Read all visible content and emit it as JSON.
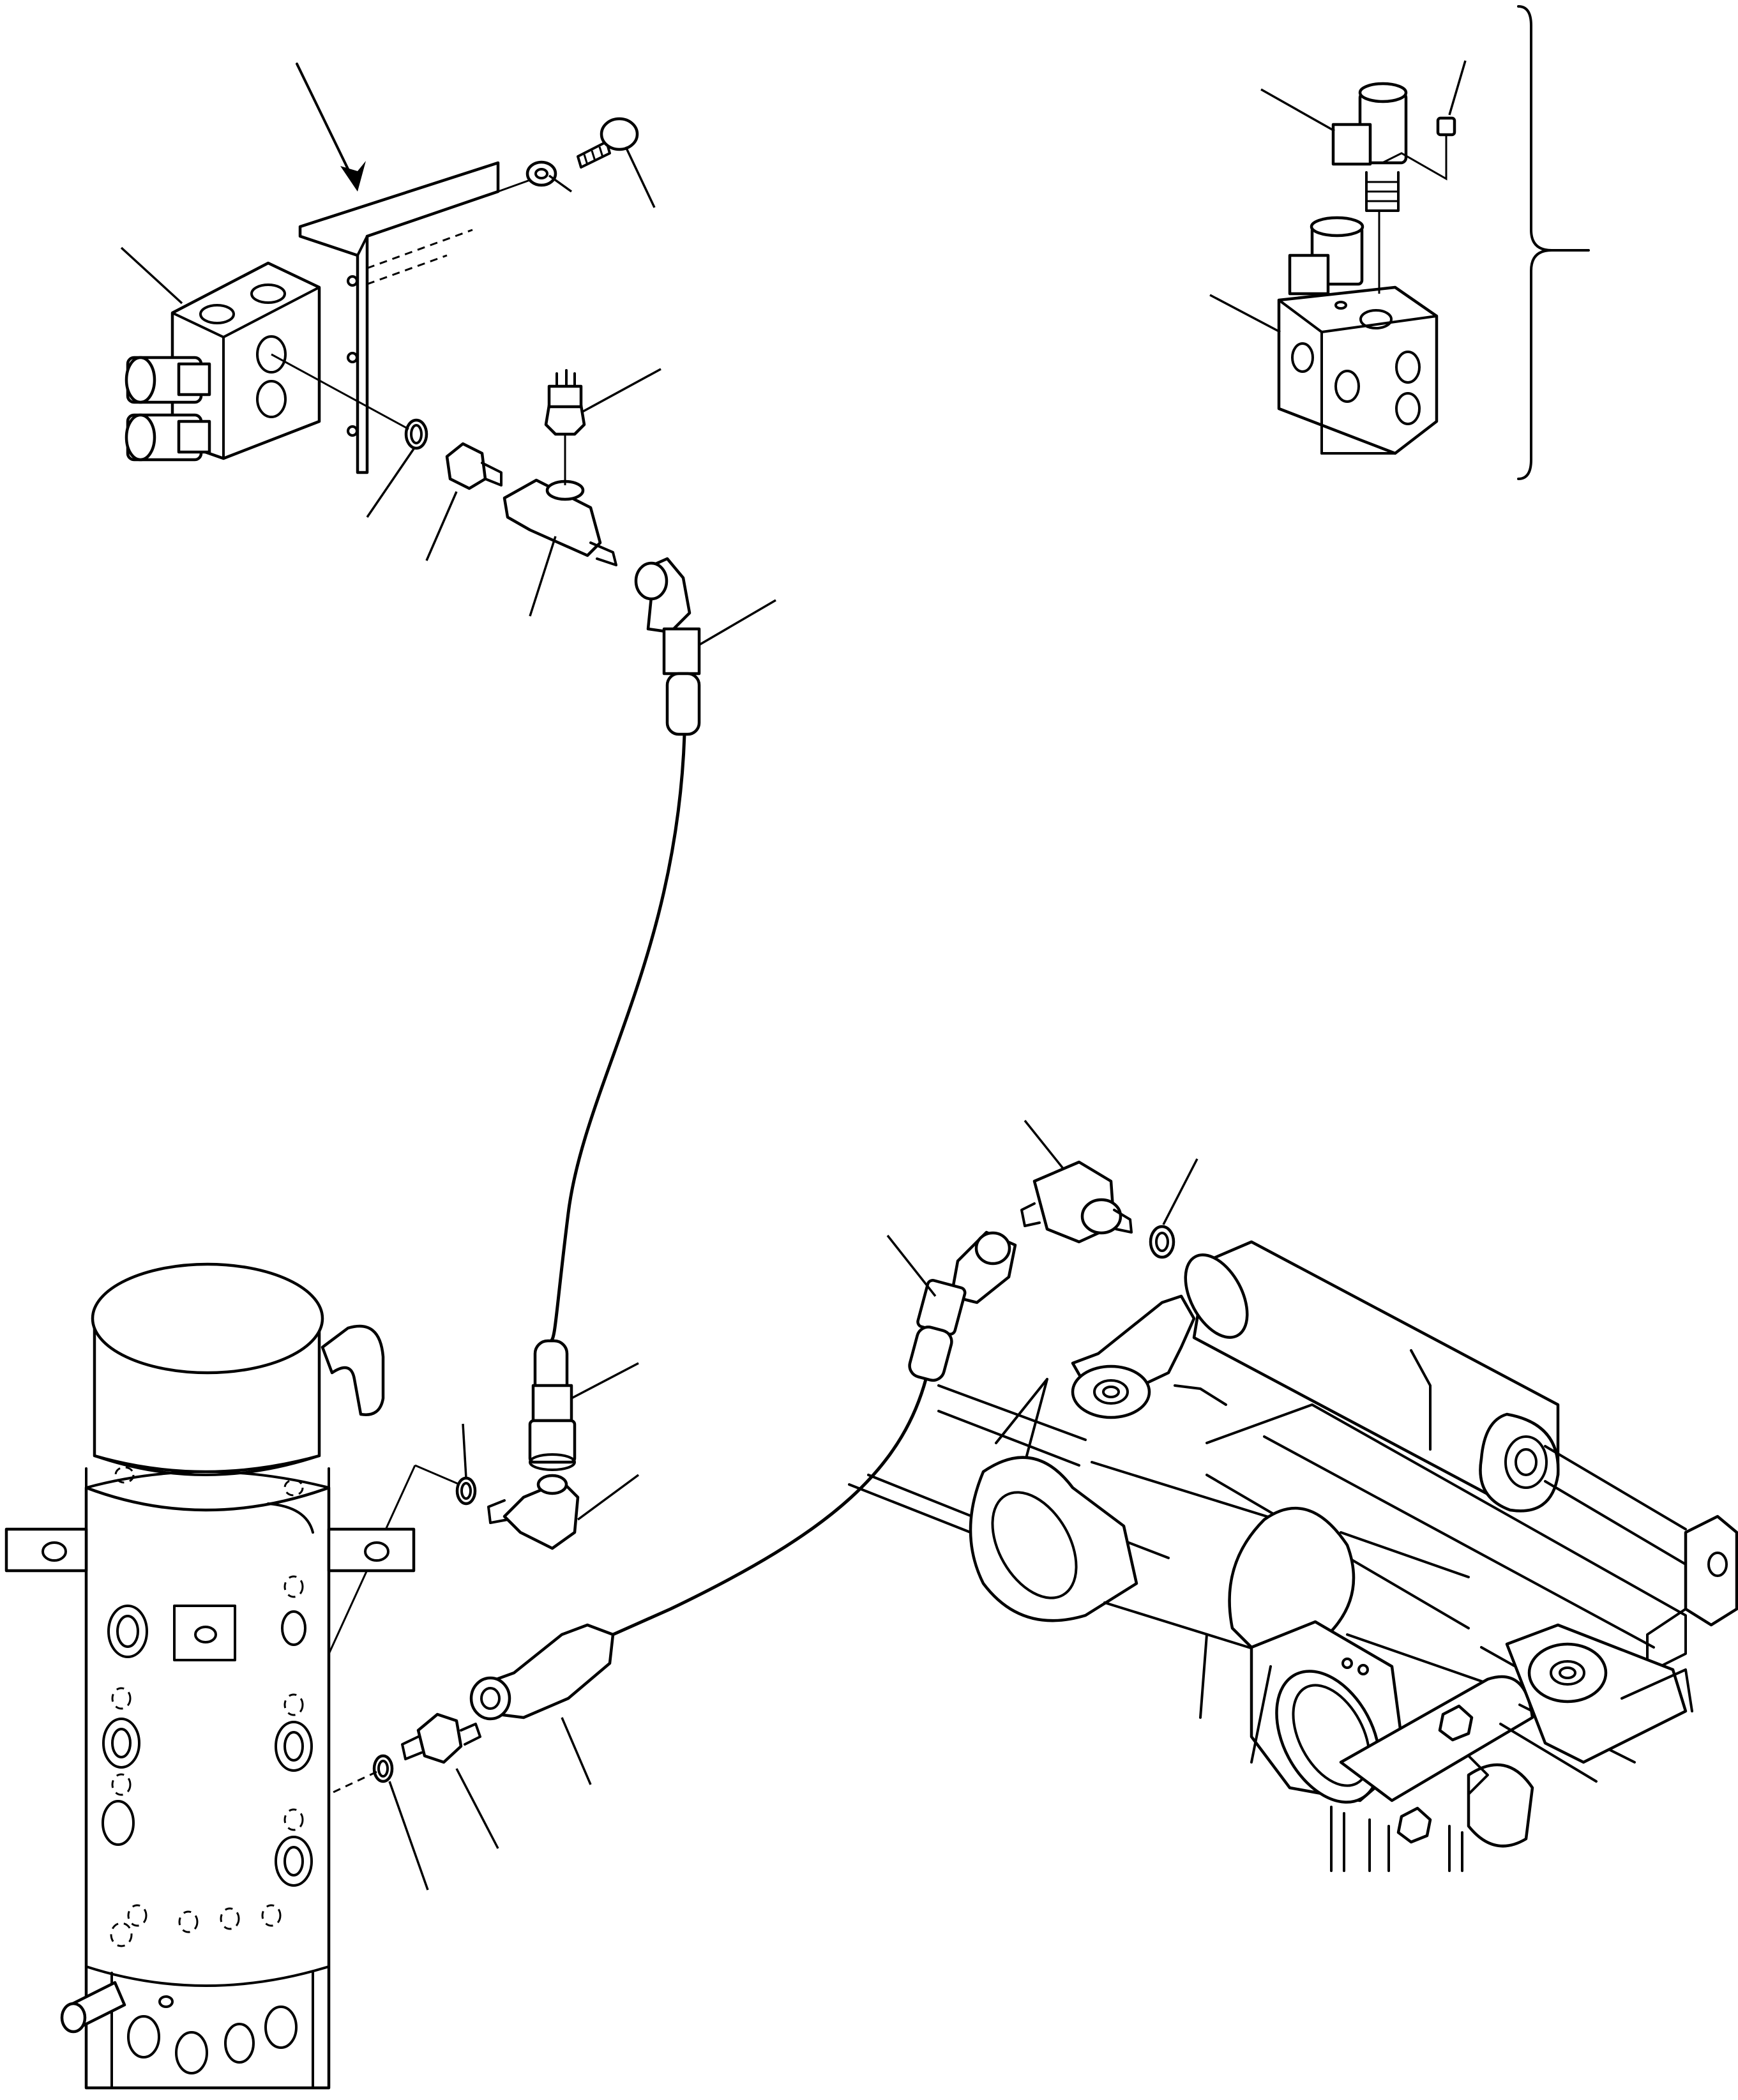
{
  "figure": {
    "colors": {
      "line": "#000000",
      "background": "#ffffff"
    }
  },
  "components": [
    "solenoid-valve-block",
    "mounting-bracket",
    "bolt",
    "washer",
    "o-ring",
    "connector",
    "tee-fitting",
    "pressure-switch",
    "hose",
    "elbow-fitting",
    "swivel-joint",
    "cylinder-assembly",
    "alternate-valve-block-inset"
  ]
}
